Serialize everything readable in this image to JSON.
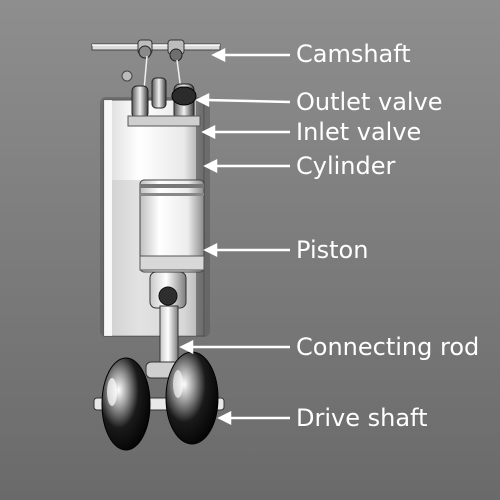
{
  "labels": {
    "camshaft": "Camshaft",
    "outlet_valve": "Outlet valve",
    "inlet_valve": "Inlet valve",
    "cylinder": "Cylinder",
    "piston": "Piston",
    "connecting_rod": "Connecting rod",
    "drive_shaft": "Drive shaft"
  },
  "colors": {
    "label_text": "#ffffff",
    "leader_line": "#ffffff"
  }
}
